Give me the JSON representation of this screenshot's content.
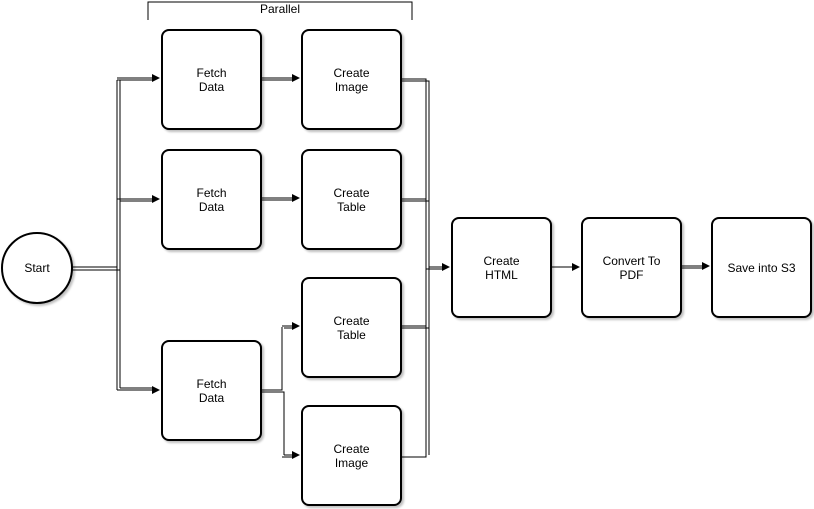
{
  "group": {
    "label": "Parallel"
  },
  "nodes": {
    "start": "Start",
    "fetch_1": "Fetch\nData",
    "image_1": "Create\nImage",
    "fetch_2": "Fetch\nData",
    "table_2": "Create\nTable",
    "fetch_3": "Fetch\nData",
    "table_3": "Create\nTable",
    "image_3": "Create\nImage",
    "html": "Create\nHTML",
    "pdf": "Convert To\nPDF",
    "s3": "Save into S3"
  },
  "colors": {
    "stroke": "#000000",
    "fill": "#ffffff"
  }
}
